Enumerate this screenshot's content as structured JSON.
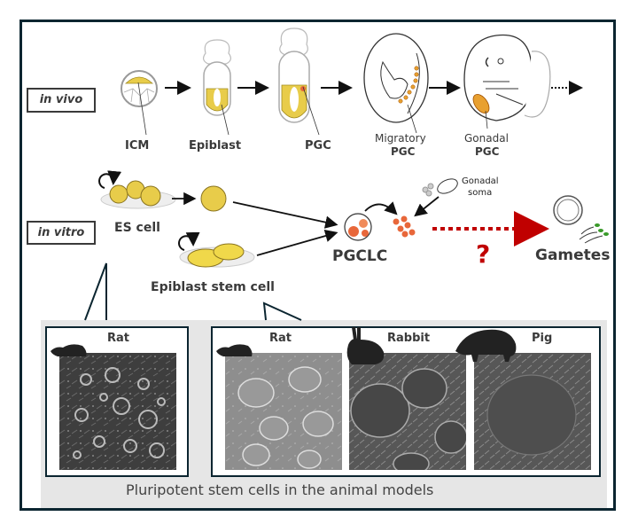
{
  "tags": {
    "in_vivo": "in vivo",
    "in_vitro": "in vitro"
  },
  "in_vivo_stages": [
    {
      "label": "ICM",
      "sub": ""
    },
    {
      "label": "Epiblast",
      "sub": ""
    },
    {
      "label": "PGC",
      "sub": ""
    },
    {
      "label": "Migratory",
      "sub": "PGC"
    },
    {
      "label": "Gonadal",
      "sub": "PGC"
    }
  ],
  "in_vitro": {
    "es_cell": "ES cell",
    "epiblast_stem_cell": "Epiblast stem cell",
    "pgclc": "PGCLC",
    "gonadal_soma_line1": "Gonadal",
    "gonadal_soma_line2": "soma",
    "unknown_step": "?",
    "gametes": "Gametes"
  },
  "panel": {
    "caption": "Pluripotent stem cells in the animal models",
    "es_panels": [
      {
        "species": "Rat",
        "icon": "rat-icon"
      }
    ],
    "epi_panels": [
      {
        "species": "Rat",
        "icon": "rat-icon"
      },
      {
        "species": "Rabbit",
        "icon": "rabbit-icon"
      },
      {
        "species": "Pig",
        "icon": "pig-icon"
      }
    ]
  },
  "colors": {
    "frame": "#0b2530",
    "yellow_cells": "#e8cc4a",
    "pgc_orange": "#e8673a",
    "question_red": "#c00000",
    "panel_gray": "#e6e6e6"
  }
}
